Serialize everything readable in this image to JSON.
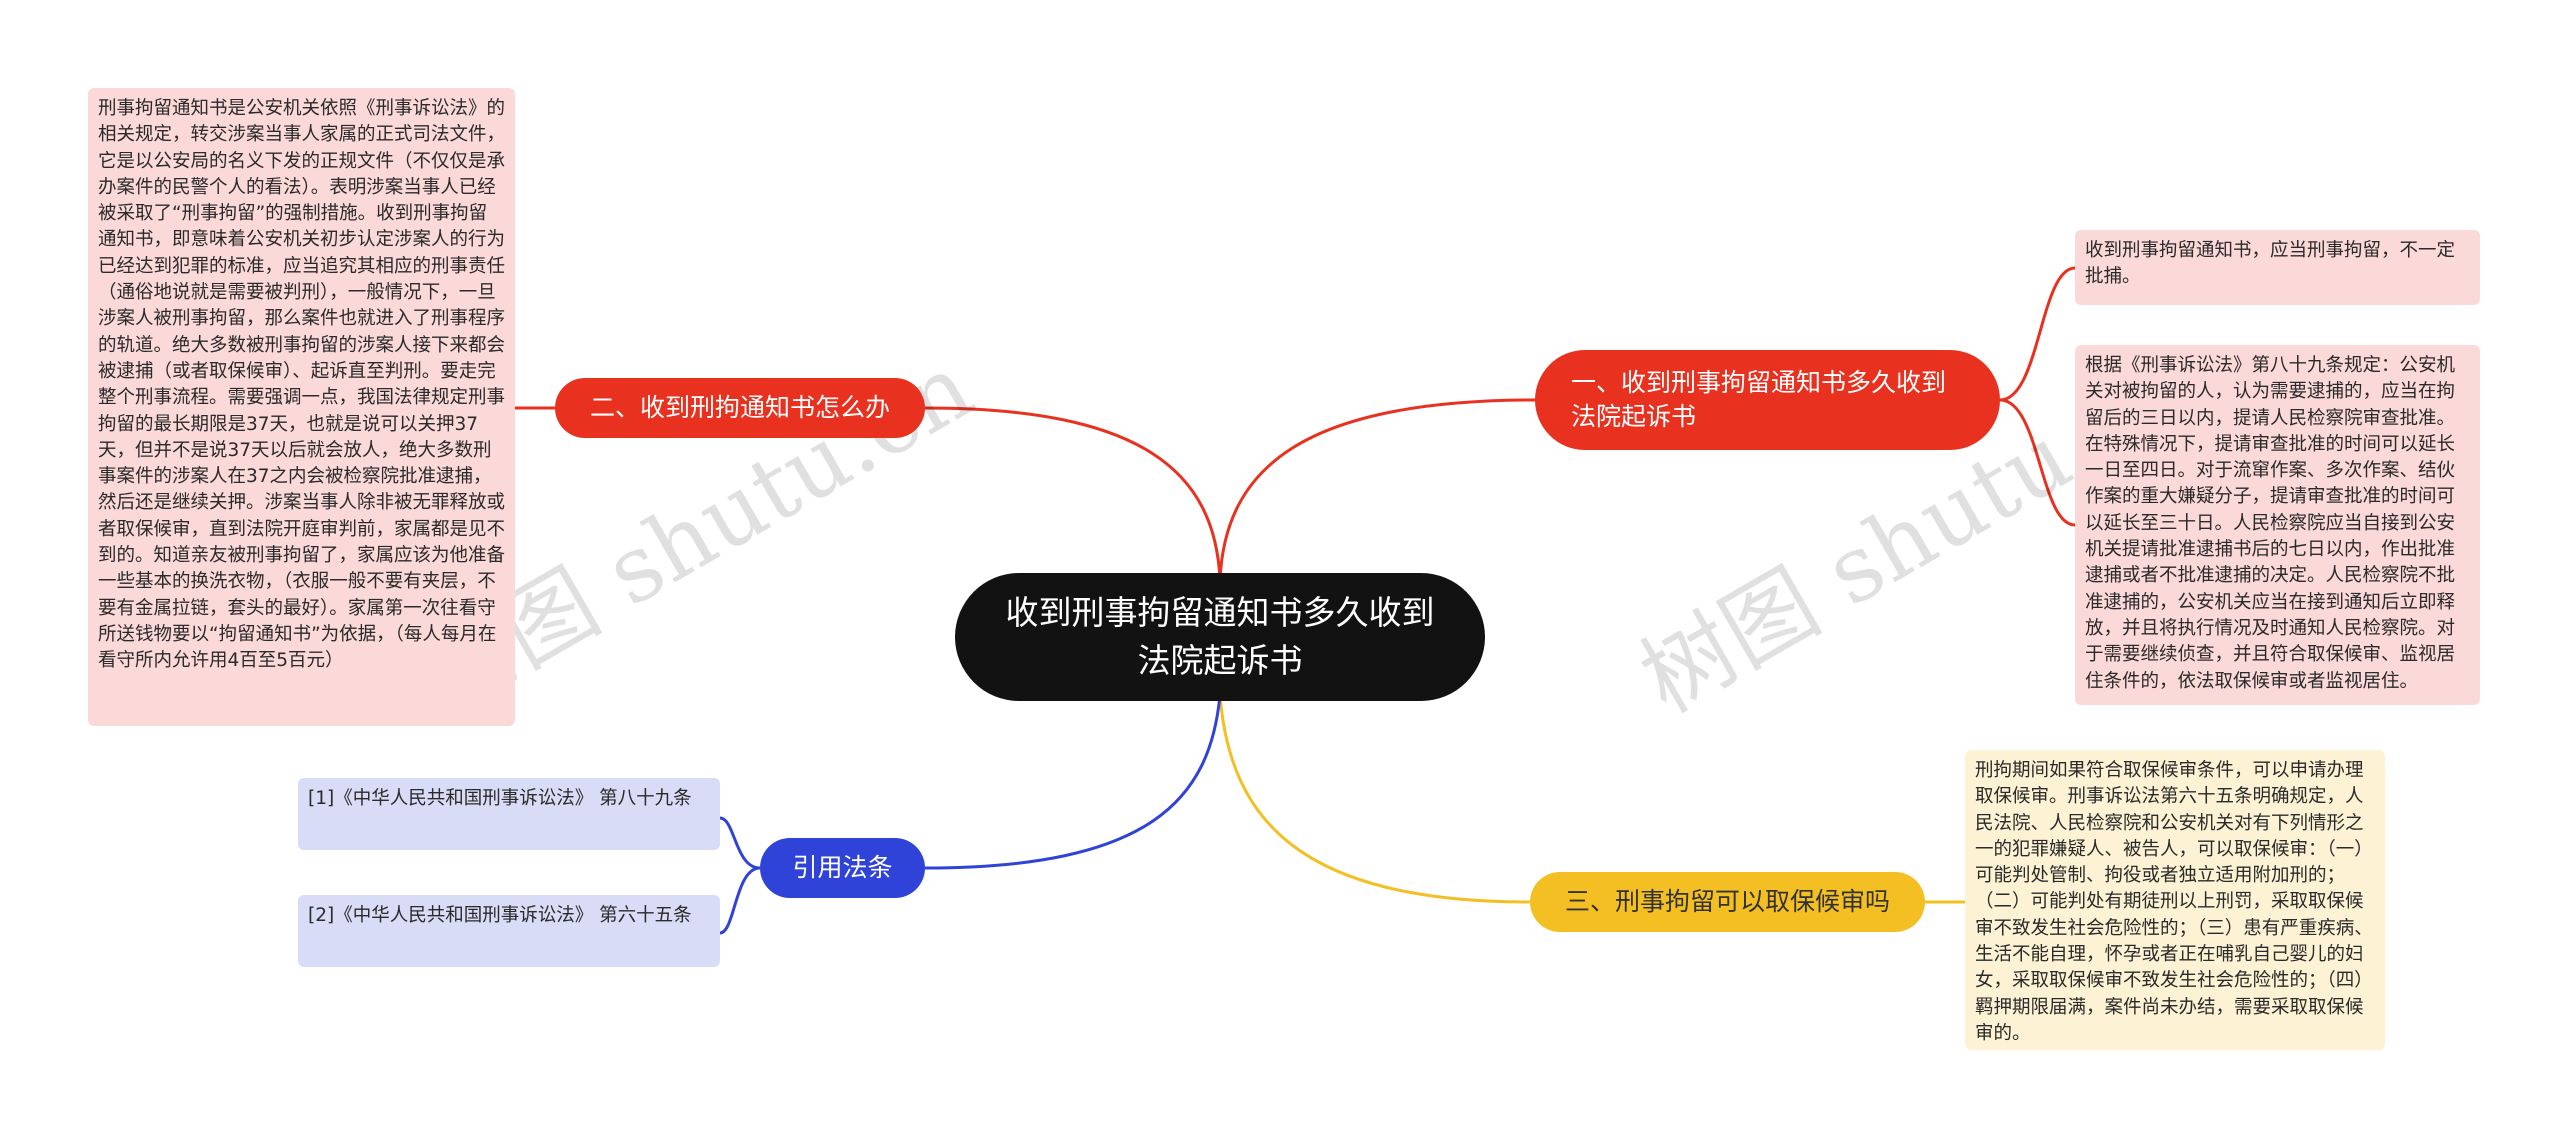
{
  "root": {
    "text": "收到刑事拘留通知书多久收到法院起诉书"
  },
  "branches": {
    "b1": {
      "label": "一、收到刑事拘留通知书多久收到法院起诉书",
      "color": "#e8311f"
    },
    "b2": {
      "label": "二、收到刑拘通知书怎么办",
      "color": "#e8311f"
    },
    "b3": {
      "label": "三、刑事拘留可以取保候审吗",
      "color": "#f3bf22"
    },
    "b4": {
      "label": "引用法条",
      "color": "#2f43d8"
    }
  },
  "notes": {
    "b1_n1": "收到刑事拘留通知书，应当刑事拘留，不一定批捕。",
    "b1_n2": "根据《刑事诉讼法》第八十九条规定：公安机关对被拘留的人，认为需要逮捕的，应当在拘留后的三日以内，提请人民检察院审查批准。在特殊情况下，提请审查批准的时间可以延长一日至四日。对于流窜作案、多次作案、结伙作案的重大嫌疑分子，提请审查批准的时间可以延长至三十日。人民检察院应当自接到公安机关提请批准逮捕书后的七日以内，作出批准逮捕或者不批准逮捕的决定。人民检察院不批准逮捕的，公安机关应当在接到通知后立即释放，并且将执行情况及时通知人民检察院。对于需要继续侦查，并且符合取保候审、监视居住条件的，依法取保候审或者监视居住。",
    "b2_n1": "刑事拘留通知书是公安机关依照《刑事诉讼法》的相关规定，转交涉案当事人家属的正式司法文件，它是以公安局的名义下发的正规文件（不仅仅是承办案件的民警个人的看法）。表明涉案当事人已经被采取了“刑事拘留”的强制措施。收到刑事拘留通知书，即意味着公安机关初步认定涉案人的行为已经达到犯罪的标准，应当追究其相应的刑事责任（通俗地说就是需要被判刑），一般情况下，一旦涉案人被刑事拘留，那么案件也就进入了刑事程序的轨道。绝大多数被刑事拘留的涉案人接下来都会被逮捕（或者取保候审）、起诉直至判刑。要走完整个刑事流程。需要强调一点，我国法律规定刑事拘留的最长期限是37天，也就是说可以关押37天，但并不是说37天以后就会放人，绝大多数刑事案件的涉案人在37之内会被检察院批准逮捕，然后还是继续关押。涉案当事人除非被无罪释放或者取保候审，直到法院开庭审判前，家属都是见不到的。知道亲友被刑事拘留了，家属应该为他准备一些基本的换洗衣物，（衣服一般不要有夹层，不要有金属拉链，套头的最好）。家属第一次往看守所送钱物要以“拘留通知书”为依据，（每人每月在看守所内允许用4百至5百元）",
    "b3_n1": "刑拘期间如果符合取保候审条件，可以申请办理取保候审。刑事诉讼法第六十五条明确规定，人民法院、人民检察院和公安机关对有下列情形之一的犯罪嫌疑人、被告人，可以取保候审：（一）可能判处管制、拘役或者独立适用附加刑的；（二）可能判处有期徒刑以上刑罚，采取取保候审不致发生社会危险性的；（三）患有严重疾病、生活不能自理，怀孕或者正在哺乳自己婴儿的妇女，采取取保候审不致发生社会危险性的；（四）羁押期限届满，案件尚未办结，需要采取取保候审的。",
    "b4_n1": "[1]《中华人民共和国刑事诉讼法》 第八十九条",
    "b4_n2": "[2]《中华人民共和国刑事诉讼法》 第六十五条"
  },
  "watermark": {
    "text": "树图 shutu.cn"
  }
}
